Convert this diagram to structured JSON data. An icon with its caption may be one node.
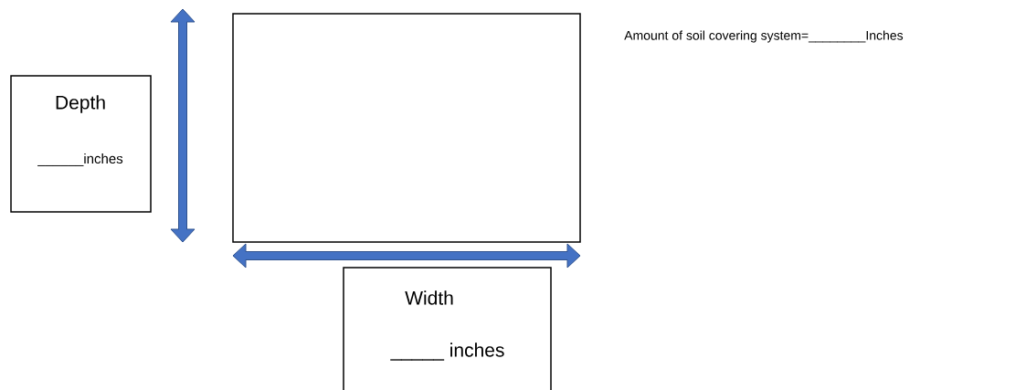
{
  "diagram": {
    "nodes": [
      {
        "text": [
          "Depth",
          "______inches"
        ]
      },
      {
        "text": [],
        "shape": "box"
      },
      {
        "text": [
          "Width",
          "_____ inches"
        ]
      }
    ],
    "labels": [
      "Amount of soil covering system=________Inches"
    ]
  }
}
